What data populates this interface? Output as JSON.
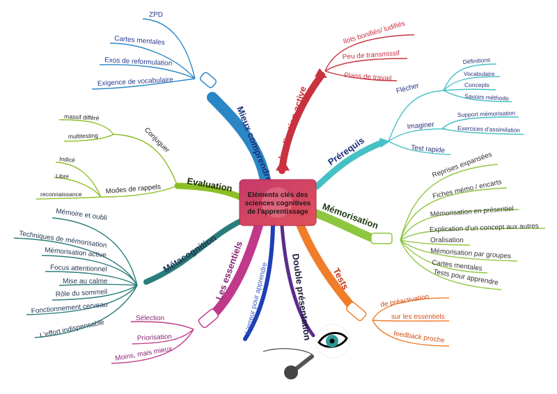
{
  "center": {
    "lines": [
      "Eléments clés des",
      "sciences cognitives",
      "de l'apprentissage"
    ],
    "color": "#d2405e"
  },
  "mieux_comprendre": {
    "label": "Mieux comprendre",
    "color": "#2b86c5",
    "items": [
      "ZPD",
      "Cartes mentales",
      "Exos de reformulation",
      "Exigence de vocabulaire"
    ]
  },
  "implication_active": {
    "label": "Implication active",
    "color": "#c8323f",
    "items": [
      "Ilots bonifiés/ ludifiés",
      "Peu de transmissif",
      "Plans de travail"
    ]
  },
  "prerequis": {
    "label": "Prérequis",
    "color": "#45c0c4",
    "flecher": {
      "label": "Flécher",
      "items": [
        "Définitions",
        "Vocabulaire",
        "Concepts",
        "Savoirs méthodo"
      ]
    },
    "imaginer": {
      "label": "Imaginer",
      "items": [
        "Support mémorisation",
        "Exercices d'assimilation"
      ]
    },
    "test_rapide": "Test rapide"
  },
  "memorisation": {
    "label": "Mémorisation",
    "color": "#8dc63f",
    "items": [
      "Reprises expansées",
      "Fiches mémo / encarts",
      "Mémorisation en présentiel",
      "Explication d'un concept aux autres",
      "Oralisation",
      "Mémorisation par groupes",
      "Cartes mentales",
      "Tests pour apprendre"
    ]
  },
  "tests": {
    "label": "Tests",
    "color": "#f07d2a",
    "items": [
      "de préactivation",
      "sur les essentiels",
      "feedback proche"
    ]
  },
  "double_presentation": {
    "label": "Double présentation",
    "color": "#5a2d8c"
  },
  "erreur": {
    "label": "L'erreur pour apprendre",
    "color": "#1e3fb5"
  },
  "essentiels": {
    "label": "Les essentiels",
    "color": "#c0398a",
    "items": [
      "Sélection",
      "Priorisation",
      "Moins, mais mieux"
    ]
  },
  "metacognition": {
    "label": "Métacognition",
    "color": "#2a7d7a",
    "items": [
      "Mémoire et oubli",
      "Techniques de mémorisation",
      "Mémorisation active",
      "Focus attentionnel",
      "Mise au calme",
      "Rôle du sommeil",
      "Fonctionnement cerveau",
      "L'effort indispensable"
    ]
  },
  "evaluation": {
    "label": "Evaluation",
    "color": "#8cbf26",
    "conjuguer": {
      "label": "Conjuguer",
      "items": [
        "massif différé",
        "multitesting"
      ]
    },
    "modes": {
      "label": "Modes de rappels",
      "items": [
        "Indicé",
        "Libre",
        "reconnaissance"
      ]
    }
  }
}
